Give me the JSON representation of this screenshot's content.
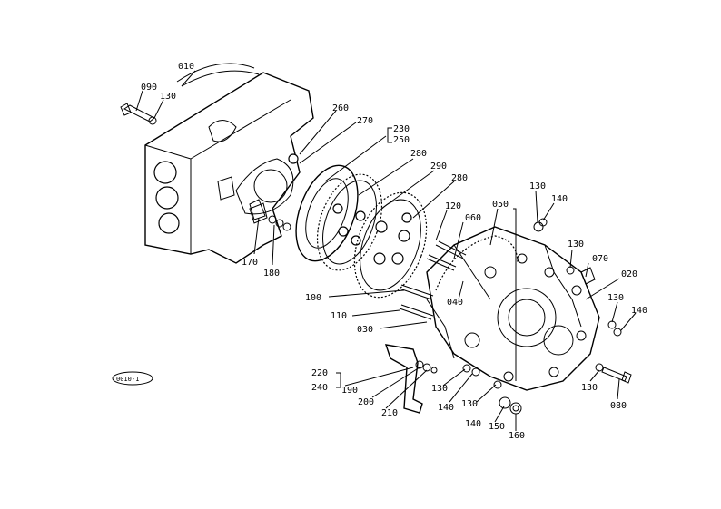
{
  "labels": {
    "l010": "010",
    "l090": "090",
    "l130a": "130",
    "l260": "260",
    "l270": "270",
    "l230": "230",
    "l250": "250",
    "l280a": "280",
    "l290": "290",
    "l280b": "280",
    "l130b": "130",
    "l140a": "140",
    "l050": "050",
    "l120": "120",
    "l060": "060",
    "l130c": "130",
    "l070": "070",
    "l020": "020",
    "l170": "170",
    "l180": "180",
    "l100": "100",
    "l040": "040",
    "l110": "110",
    "l030": "030",
    "l130d": "130",
    "l140b": "140",
    "l220": "220",
    "l240": "240",
    "l190": "190",
    "l200": "200",
    "l210": "210",
    "l130e": "130",
    "l140c": "140",
    "l130f": "130",
    "l140d": "140",
    "l150": "150",
    "l160": "160",
    "l130g": "130",
    "l080": "080"
  },
  "stamp": "0010-1"
}
